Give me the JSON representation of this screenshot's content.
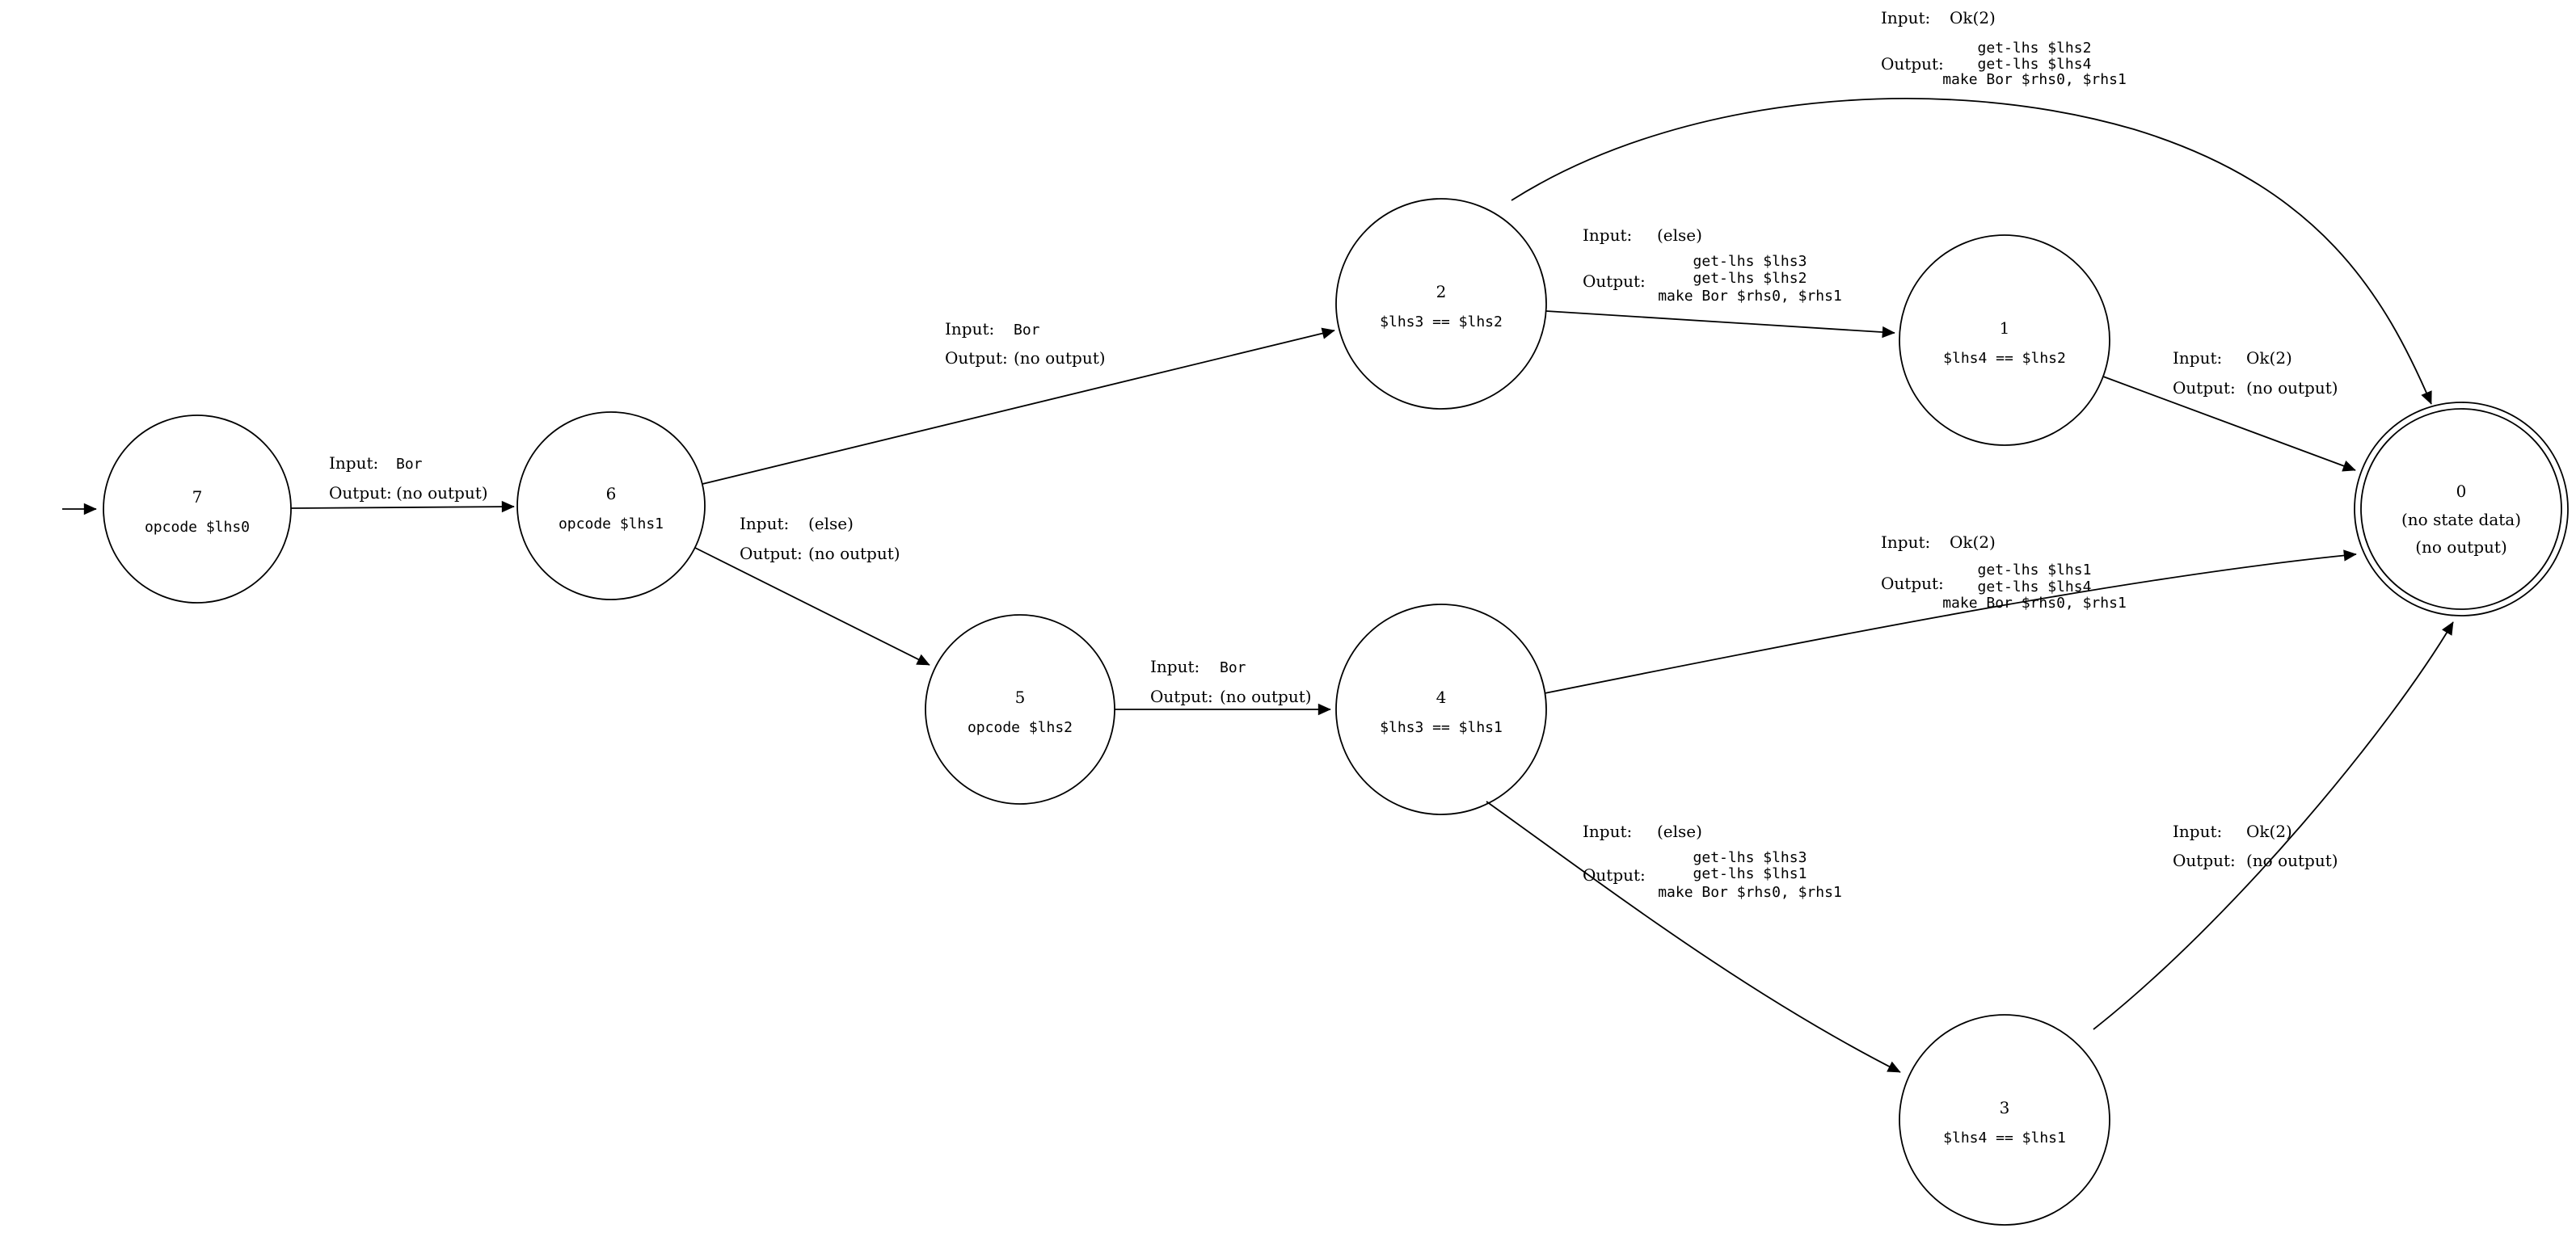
{
  "diagram": {
    "type": "state-machine",
    "background": "#ffffff",
    "stroke_color": "#000000"
  },
  "labels": {
    "input_key": "Input:",
    "output_key": "Output:"
  },
  "states": {
    "s0": {
      "id": "0",
      "line2": "(no state data)",
      "line3": "(no output)",
      "accepting": true
    },
    "s1": {
      "id": "1",
      "code": "$lhs4 == $lhs2"
    },
    "s2": {
      "id": "2",
      "code": "$lhs3 == $lhs2"
    },
    "s3": {
      "id": "3",
      "code": "$lhs4 == $lhs1"
    },
    "s4": {
      "id": "4",
      "code": "$lhs3 == $lhs1"
    },
    "s5": {
      "id": "5",
      "code": "opcode $lhs2"
    },
    "s6": {
      "id": "6",
      "code": "opcode $lhs1"
    },
    "s7": {
      "id": "7",
      "code": "opcode $lhs0"
    }
  },
  "transitions": {
    "t7_6": {
      "from": "7",
      "to": "6",
      "input": "Bor",
      "output": "(no output)"
    },
    "t6_2": {
      "from": "6",
      "to": "2",
      "input": "Bor",
      "output": "(no output)"
    },
    "t6_5": {
      "from": "6",
      "to": "5",
      "input": "(else)",
      "output": "(no output)"
    },
    "t5_4": {
      "from": "5",
      "to": "4",
      "input": "Bor",
      "output": "(no output)"
    },
    "t2_0": {
      "from": "2",
      "to": "0",
      "input": "Ok(2)",
      "output1": "get-lhs $lhs2",
      "output2": "get-lhs $lhs4",
      "output3": "make Bor $rhs0, $rhs1"
    },
    "t2_1": {
      "from": "2",
      "to": "1",
      "input": "(else)",
      "output1": "get-lhs $lhs3",
      "output2": "get-lhs $lhs2",
      "output3": "make Bor $rhs0, $rhs1"
    },
    "t1_0": {
      "from": "1",
      "to": "0",
      "input": "Ok(2)",
      "output": "(no output)"
    },
    "t4_0": {
      "from": "4",
      "to": "0",
      "input": "Ok(2)",
      "output1": "get-lhs $lhs1",
      "output2": "get-lhs $lhs4",
      "output3": "make Bor $rhs0, $rhs1"
    },
    "t4_3": {
      "from": "4",
      "to": "3",
      "input": "(else)",
      "output1": "get-lhs $lhs3",
      "output2": "get-lhs $lhs1",
      "output3": "make Bor $rhs0, $rhs1"
    },
    "t3_0": {
      "from": "3",
      "to": "0",
      "input": "Ok(2)",
      "output": "(no output)"
    }
  }
}
